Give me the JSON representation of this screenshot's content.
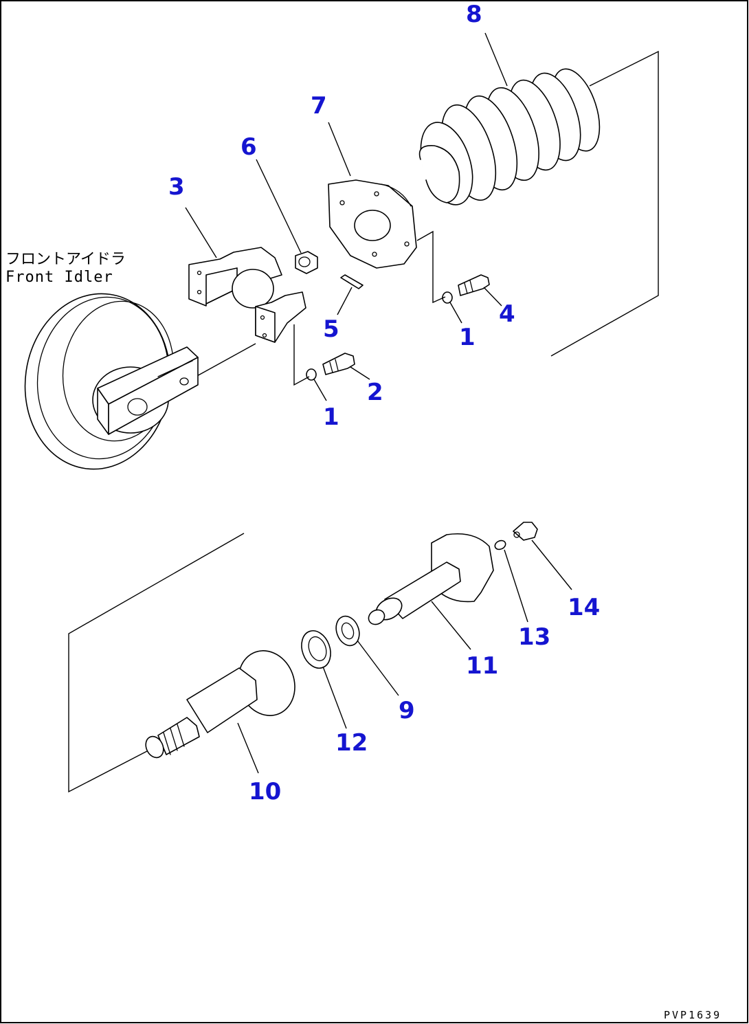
{
  "labels": {
    "front_idler_jp": "フロントアイドラ",
    "front_idler_en": "Front Idler",
    "drawing_code": "PVP1639"
  },
  "callouts": {
    "c8": "8",
    "c7": "7",
    "c6": "6",
    "c3": "3",
    "c4": "4",
    "c1a": "1",
    "c5": "5",
    "c2": "2",
    "c1b": "1",
    "c14": "14",
    "c13": "13",
    "c11": "11",
    "c9": "9",
    "c12": "12",
    "c10": "10"
  },
  "colors": {
    "callout": "#1515d0",
    "line": "#000000",
    "background": "#ffffff"
  }
}
